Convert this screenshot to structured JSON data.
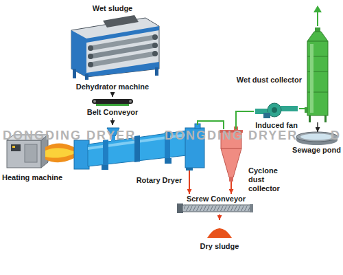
{
  "diagram": {
    "nodes": [
      {
        "text": [
          "Wet sludge",
          "Dehydrator machine"
        ]
      },
      {
        "text": [
          "Belt Conveyor"
        ]
      },
      {
        "text": [
          "Heating machine"
        ]
      },
      {
        "text": [
          "Rotary Dryer"
        ]
      },
      {
        "text": [
          "Cyclone dust collector"
        ]
      },
      {
        "text": [
          "Induced fan"
        ]
      },
      {
        "text": [
          "Wet dust collector"
        ]
      },
      {
        "text": [
          "Sewage pond"
        ]
      },
      {
        "text": [
          "Screw Conveyor"
        ]
      },
      {
        "text": [
          "Dry sludge"
        ]
      }
    ],
    "edges": [
      {
        "from": 0,
        "to": 1,
        "arrow": "to"
      },
      {
        "from": 1,
        "to": 3,
        "arrow": "to"
      },
      {
        "from": 3,
        "to": 4,
        "arrow": "none"
      },
      {
        "from": 4,
        "to": 5,
        "arrow": "none"
      },
      {
        "from": 5,
        "to": 6,
        "arrow": "none"
      },
      {
        "from": 6,
        "to": 7,
        "arrow": "to"
      },
      {
        "from": 3,
        "to": 8,
        "arrow": "to"
      },
      {
        "from": 4,
        "to": 8,
        "arrow": "to"
      },
      {
        "from": 8,
        "to": 9,
        "arrow": "to"
      }
    ],
    "labels": [
      "DONGDING DRYER",
      "DONGDING DRYER",
      "D"
    ]
  }
}
